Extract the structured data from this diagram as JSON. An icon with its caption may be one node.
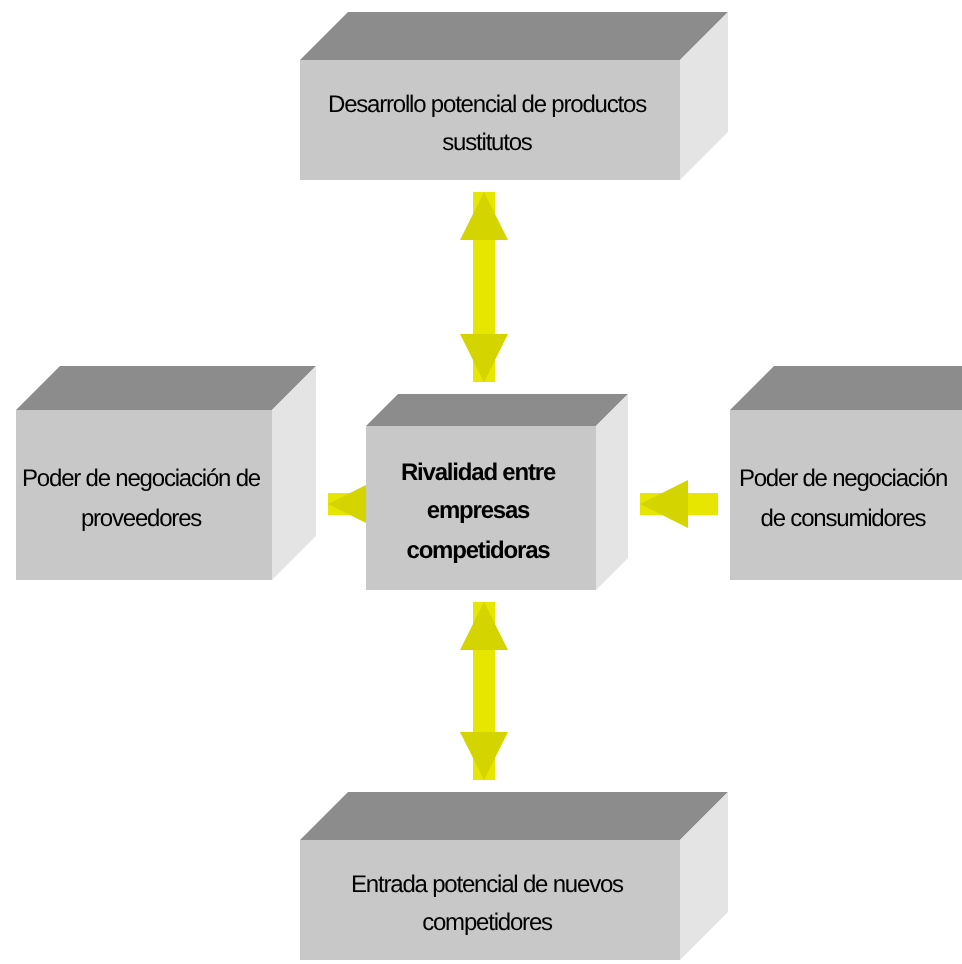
{
  "diagram": {
    "nodes": [
      {
        "text": [
          "Desarrollo potencial de productos sustitutos"
        ]
      },
      {
        "text": [
          "Poder de negociación de proveedores"
        ]
      },
      {
        "text": [
          "Rivalidad entre empresas competidoras"
        ]
      },
      {
        "text": [
          "Poder de negociación de consumidores"
        ]
      },
      {
        "text": [
          "Entrada potencial de nuevos competidores"
        ]
      }
    ],
    "edges": [
      {
        "from": 2,
        "to": 0,
        "arrow": "both"
      },
      {
        "from": 2,
        "to": 1,
        "arrow": "to"
      },
      {
        "from": 3,
        "to": 2,
        "arrow": "to"
      },
      {
        "from": 2,
        "to": 4,
        "arrow": "both"
      }
    ]
  }
}
